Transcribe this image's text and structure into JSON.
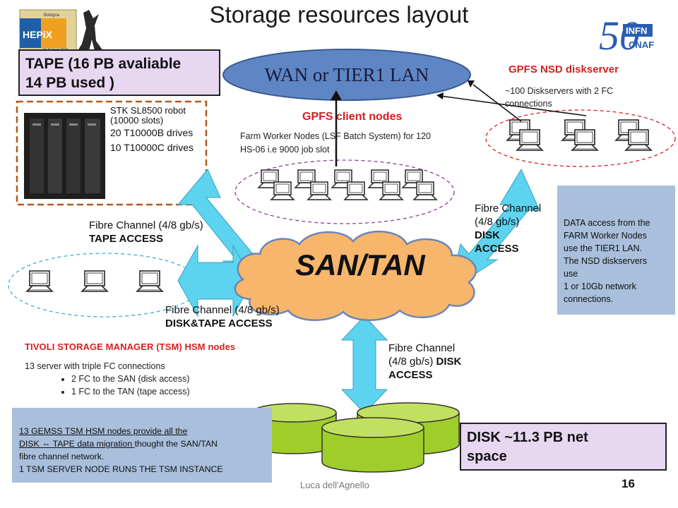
{
  "title": "Storage resources layout",
  "logos": {
    "hepix": {
      "name": "HEPiX",
      "top_text": "Bologna",
      "bottom_text": "15-19 April 2013"
    },
    "infn": {
      "number": "50",
      "name": "INFN",
      "sub": "CNAF"
    }
  },
  "tape": {
    "title_line1": "TAPE (16 PB avaliable",
    "title_line2": "14 PB used )",
    "robot_name_line1": "STK SL8500 robot",
    "robot_name_line2": "(10000 slots)",
    "drives1": "20 T10000B drives",
    "drives2": "10 T10000C drives"
  },
  "wan": {
    "label": "WAN or TIER1 LAN"
  },
  "gpfs_nsd": {
    "title": "GPFS NSD diskserver",
    "desc": "~100 Diskservers with  2 FC connections"
  },
  "gpfs_client": {
    "title": "GPFS client nodes",
    "desc_line1": "Farm Worker Nodes (LSF Batch System) for 120",
    "desc_line2": "HS-06 i.e 9000 job slot"
  },
  "links": {
    "fc_tape": {
      "line1": "Fibre Channel (4/8 gb/s)",
      "line2": "TAPE ACCESS"
    },
    "fc_disk_right": {
      "line1": "Fibre Channel",
      "line2": "(4/8 gb/s)",
      "line3": "DISK",
      "line4": "ACCESS"
    },
    "fc_disktape": {
      "line1": "Fibre Channel (4/8 gb/s)",
      "line2": "DISK&TAPE ACCESS"
    },
    "fc_disk_bottom": {
      "line1": "Fibre Channel",
      "line2": "(4/8 gb/s)",
      "bold_part": "DISK",
      "line3": "ACCESS"
    }
  },
  "san": {
    "label": "SAN/TAN"
  },
  "data_access": {
    "text_line1": "DATA  access from the",
    "text_line2": "FARM Worker Nodes",
    "text_line3": "use the TIER1 LAN.",
    "text_line4": "The NSD diskservers",
    "text_line5": "use",
    "text_line6": "1 or 10Gb network",
    "text_line7": "connections."
  },
  "tsm": {
    "title": "TIVOLI STORAGE MANAGER  (TSM) HSM nodes",
    "desc": "13 server with triple FC connections",
    "bullets": [
      "2 FC to the SAN (disk access)",
      "1 FC to the TAN (tape access)"
    ]
  },
  "gemss": {
    "line1": "13 GEMSS TSM HSM nodes provide all the",
    "line2_underlined": "DISK ⇔ TAPE data migration ",
    "line2_rest": "thought the SAN/TAN",
    "line3": "fibre channel  network.",
    "line4": "1 TSM SERVER NODE RUNS THE TSM INSTANCE"
  },
  "disk": {
    "title_line1": "DISK ~11.3 PB net",
    "title_line2": "space"
  },
  "footer": {
    "author": "Luca dell'Agnello",
    "page": "16"
  },
  "colors": {
    "arrow_cyan": "#5dd4ef",
    "cloud_orange": "#f8b56c",
    "wan_blue": "#5f86c4",
    "disk_green": "#a6d42c",
    "box_purple": "#e7d7f1",
    "box_blue": "#a9bfdc",
    "red_text": "#d42020"
  }
}
